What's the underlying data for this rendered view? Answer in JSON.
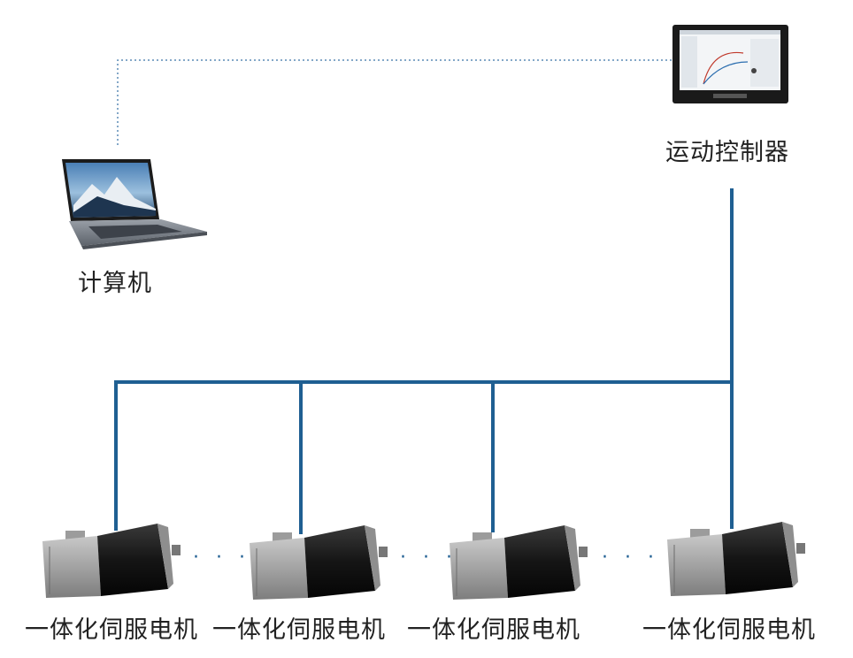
{
  "nodes": {
    "computer": {
      "label": "计算机",
      "icon": "laptop-icon"
    },
    "controller": {
      "label": "运动控制器",
      "icon": "motion-controller-icon"
    },
    "motors": [
      {
        "label": "一体化伺服电机",
        "icon": "servo-motor-icon"
      },
      {
        "label": "一体化伺服电机",
        "icon": "servo-motor-icon"
      },
      {
        "label": "一体化伺服电机",
        "icon": "servo-motor-icon"
      },
      {
        "label": "一体化伺服电机",
        "icon": "servo-motor-icon"
      }
    ]
  },
  "ellipsis": "· · ·",
  "colors": {
    "bus": "#1f5f92",
    "dotted_link": "#5b8bb5",
    "label": "#222222"
  }
}
